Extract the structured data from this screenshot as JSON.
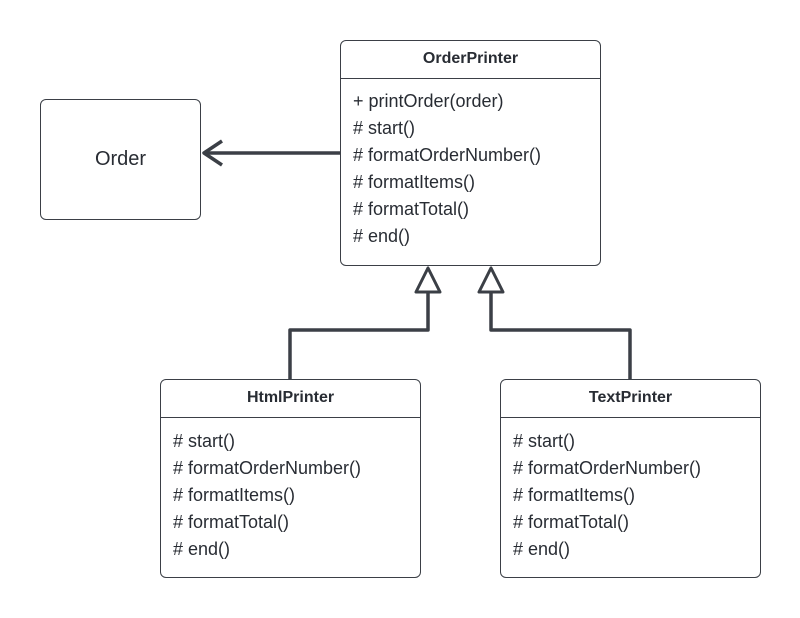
{
  "classes": {
    "order": {
      "name": "Order"
    },
    "order_printer": {
      "name": "OrderPrinter",
      "members": [
        "+ printOrder(order)",
        "# start()",
        "# formatOrderNumber()",
        "# formatItems()",
        "# formatTotal()",
        "# end()"
      ]
    },
    "html_printer": {
      "name": "HtmlPrinter",
      "members": [
        "# start()",
        "# formatOrderNumber()",
        "# formatItems()",
        "# formatTotal()",
        "# end()"
      ]
    },
    "text_printer": {
      "name": "TextPrinter",
      "members": [
        "# start()",
        "# formatOrderNumber()",
        "# formatItems()",
        "# formatTotal()",
        "# end()"
      ]
    }
  },
  "relationships": [
    {
      "from": "OrderPrinter",
      "to": "Order",
      "type": "association"
    },
    {
      "from": "HtmlPrinter",
      "to": "OrderPrinter",
      "type": "generalization"
    },
    {
      "from": "TextPrinter",
      "to": "OrderPrinter",
      "type": "generalization"
    }
  ],
  "colors": {
    "line": "#3b3f46",
    "text": "#282c33",
    "background": "#ffffff"
  }
}
